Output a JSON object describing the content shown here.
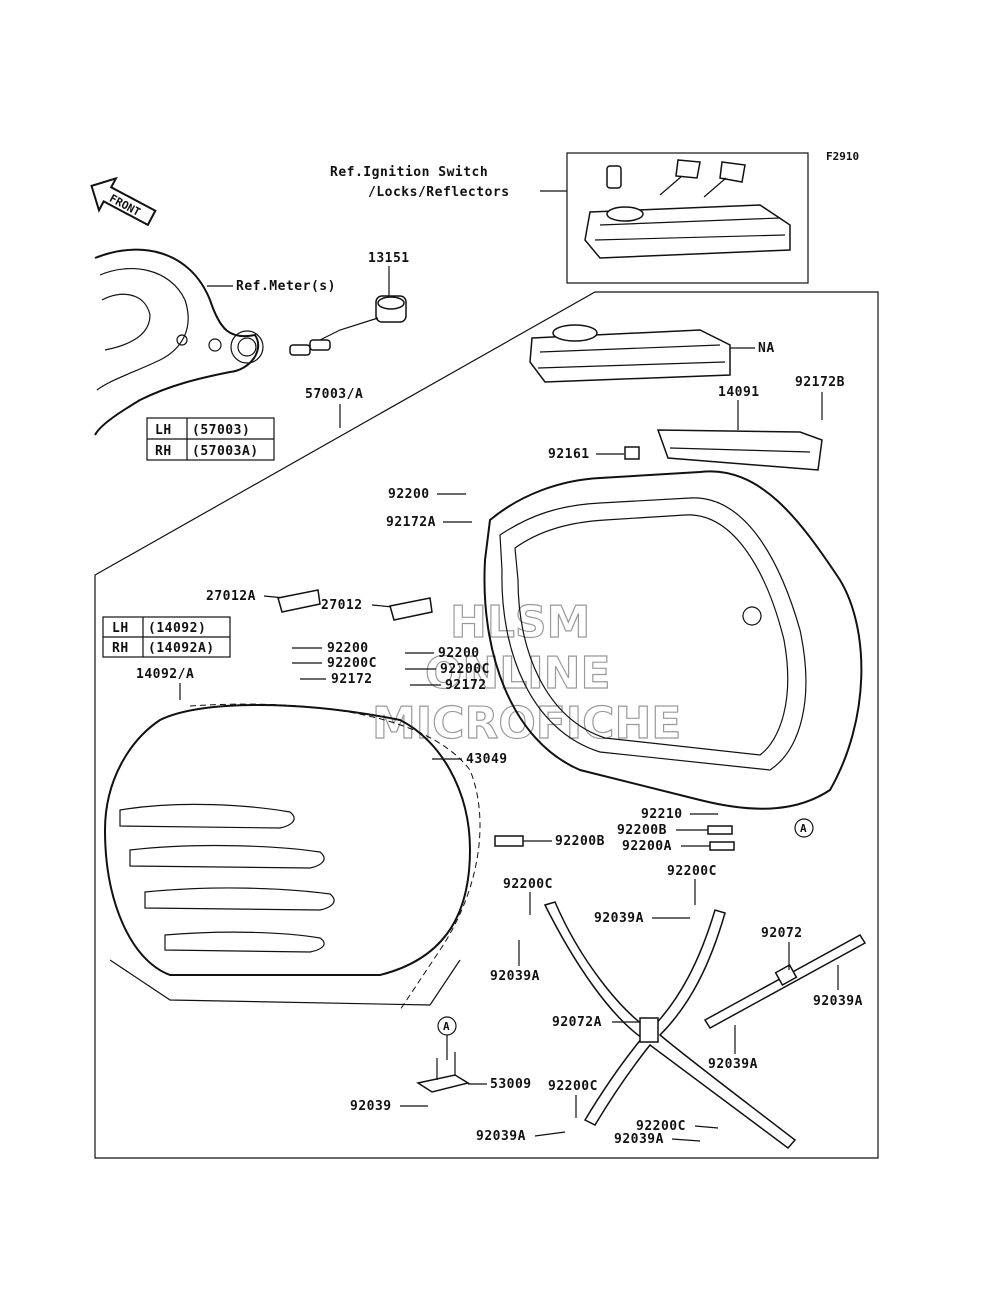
{
  "figure_code": "F2910",
  "ref_ignition": [
    "Ref.Ignition Switch",
    "/Locks/Reflectors"
  ],
  "ref_meter": "Ref.Meter(s)",
  "front_label": "FRONT",
  "watermark": [
    "HLSM",
    "ONLINE",
    "MICROFICHE"
  ],
  "table_57003": {
    "rows": [
      {
        "side": "LH",
        "part": "(57003)"
      },
      {
        "side": "RH",
        "part": "(57003A)"
      }
    ]
  },
  "table_14092": {
    "rows": [
      {
        "side": "LH",
        "part": "(14092)"
      },
      {
        "side": "RH",
        "part": "(14092A)"
      }
    ]
  },
  "labels": {
    "p13151": "13151",
    "p57003": "57003/A",
    "pNA": "NA",
    "p92172B": "92172B",
    "p14091": "14091",
    "p92161": "92161",
    "p92200_top": "92200",
    "p92172A": "92172A",
    "p27012A": "27012A",
    "p27012": "27012",
    "p92200_l": "92200",
    "p92200C_l": "92200C",
    "p92172_l": "92172",
    "p92200_r": "92200",
    "p92200C_r": "92200C",
    "p92172_r": "92172",
    "p14092A": "14092/A",
    "p43049": "43049",
    "p92210": "92210",
    "p92200B_r": "92200B",
    "p92200A": "92200A",
    "p92200B_m": "92200B",
    "p92200C_m": "92200C",
    "p92200C_r2": "92200C",
    "p92039A_1": "92039A",
    "p92039A_2": "92039A",
    "p92072": "92072",
    "p92039A_3": "92039A",
    "p92072A": "92072A",
    "p92039A_4": "92039A",
    "p53009": "53009",
    "p92039": "92039",
    "p92200C_b1": "92200C",
    "p92200C_b2": "92200C",
    "p92039A_5": "92039A",
    "p92039A_6": "92039A",
    "callout_a": "A"
  }
}
